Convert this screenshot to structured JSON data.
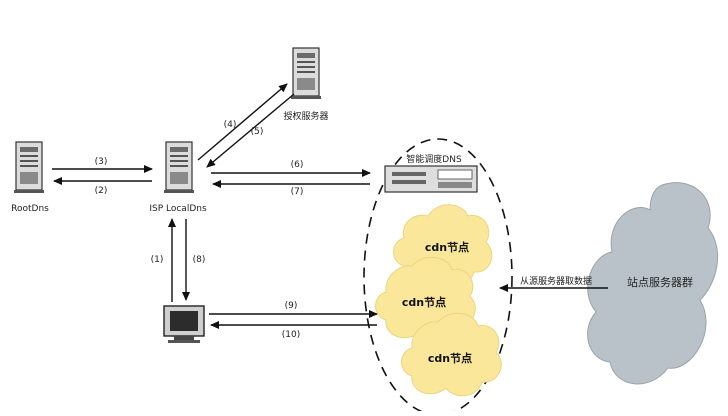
{
  "nodes": {
    "root_dns": "RootDns",
    "isp_local_dns": "ISP LocalDns",
    "auth_server": "授权服务器",
    "smart_dns": "智能调度DNS",
    "cdn_node_1": "cdn节点",
    "cdn_node_2": "cdn节点",
    "cdn_node_3": "cdn节点",
    "origin_cluster": "站点服务器群"
  },
  "edges": {
    "step_1": "(1)",
    "step_2": "(2)",
    "step_3": "(3)",
    "step_4": "(4)",
    "step_5": "(5)",
    "step_6": "(6)",
    "step_7": "(7)",
    "step_8": "(8)",
    "step_9": "(9)",
    "step_10": "(10)",
    "origin_fetch": "从源服务器取数据"
  },
  "colors": {
    "line": "#111111",
    "server_body": "#d9d9d9",
    "cdn_fill": "#fbe79a",
    "cloud_fill": "#b9c2c8"
  }
}
